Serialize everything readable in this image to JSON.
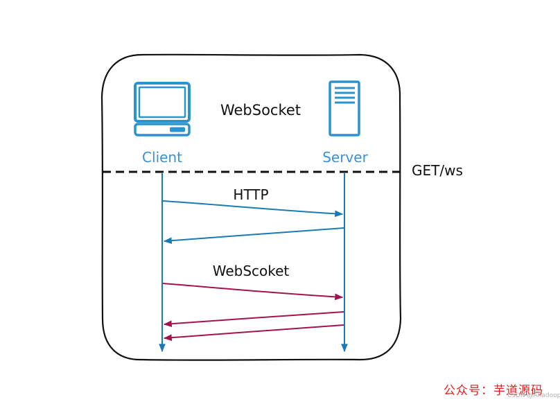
{
  "diagram": {
    "title": "WebSocket",
    "client": {
      "label": "Client",
      "icon": "monitor-icon"
    },
    "server": {
      "label": "Server",
      "icon": "server-tower-icon"
    },
    "divider_label": "GET/ws",
    "sections": [
      {
        "label": "HTTP",
        "color": "#1a7ab5",
        "messages": [
          {
            "from": "client",
            "to": "server"
          },
          {
            "from": "server",
            "to": "client"
          }
        ]
      },
      {
        "label": "WebScoket",
        "color": "#a3134f",
        "messages": [
          {
            "from": "client",
            "to": "server"
          },
          {
            "from": "server",
            "to": "client"
          },
          {
            "from": "server",
            "to": "client"
          }
        ]
      }
    ],
    "colors": {
      "icon": "#2a94cf",
      "lifeline": "#1a7ab5",
      "label": "#3a8fd6",
      "outline": "#111111",
      "text": "#111111"
    }
  },
  "watermark": {
    "text": "公众号：芋道源码",
    "sub": "CSDN @Ahadoop"
  }
}
